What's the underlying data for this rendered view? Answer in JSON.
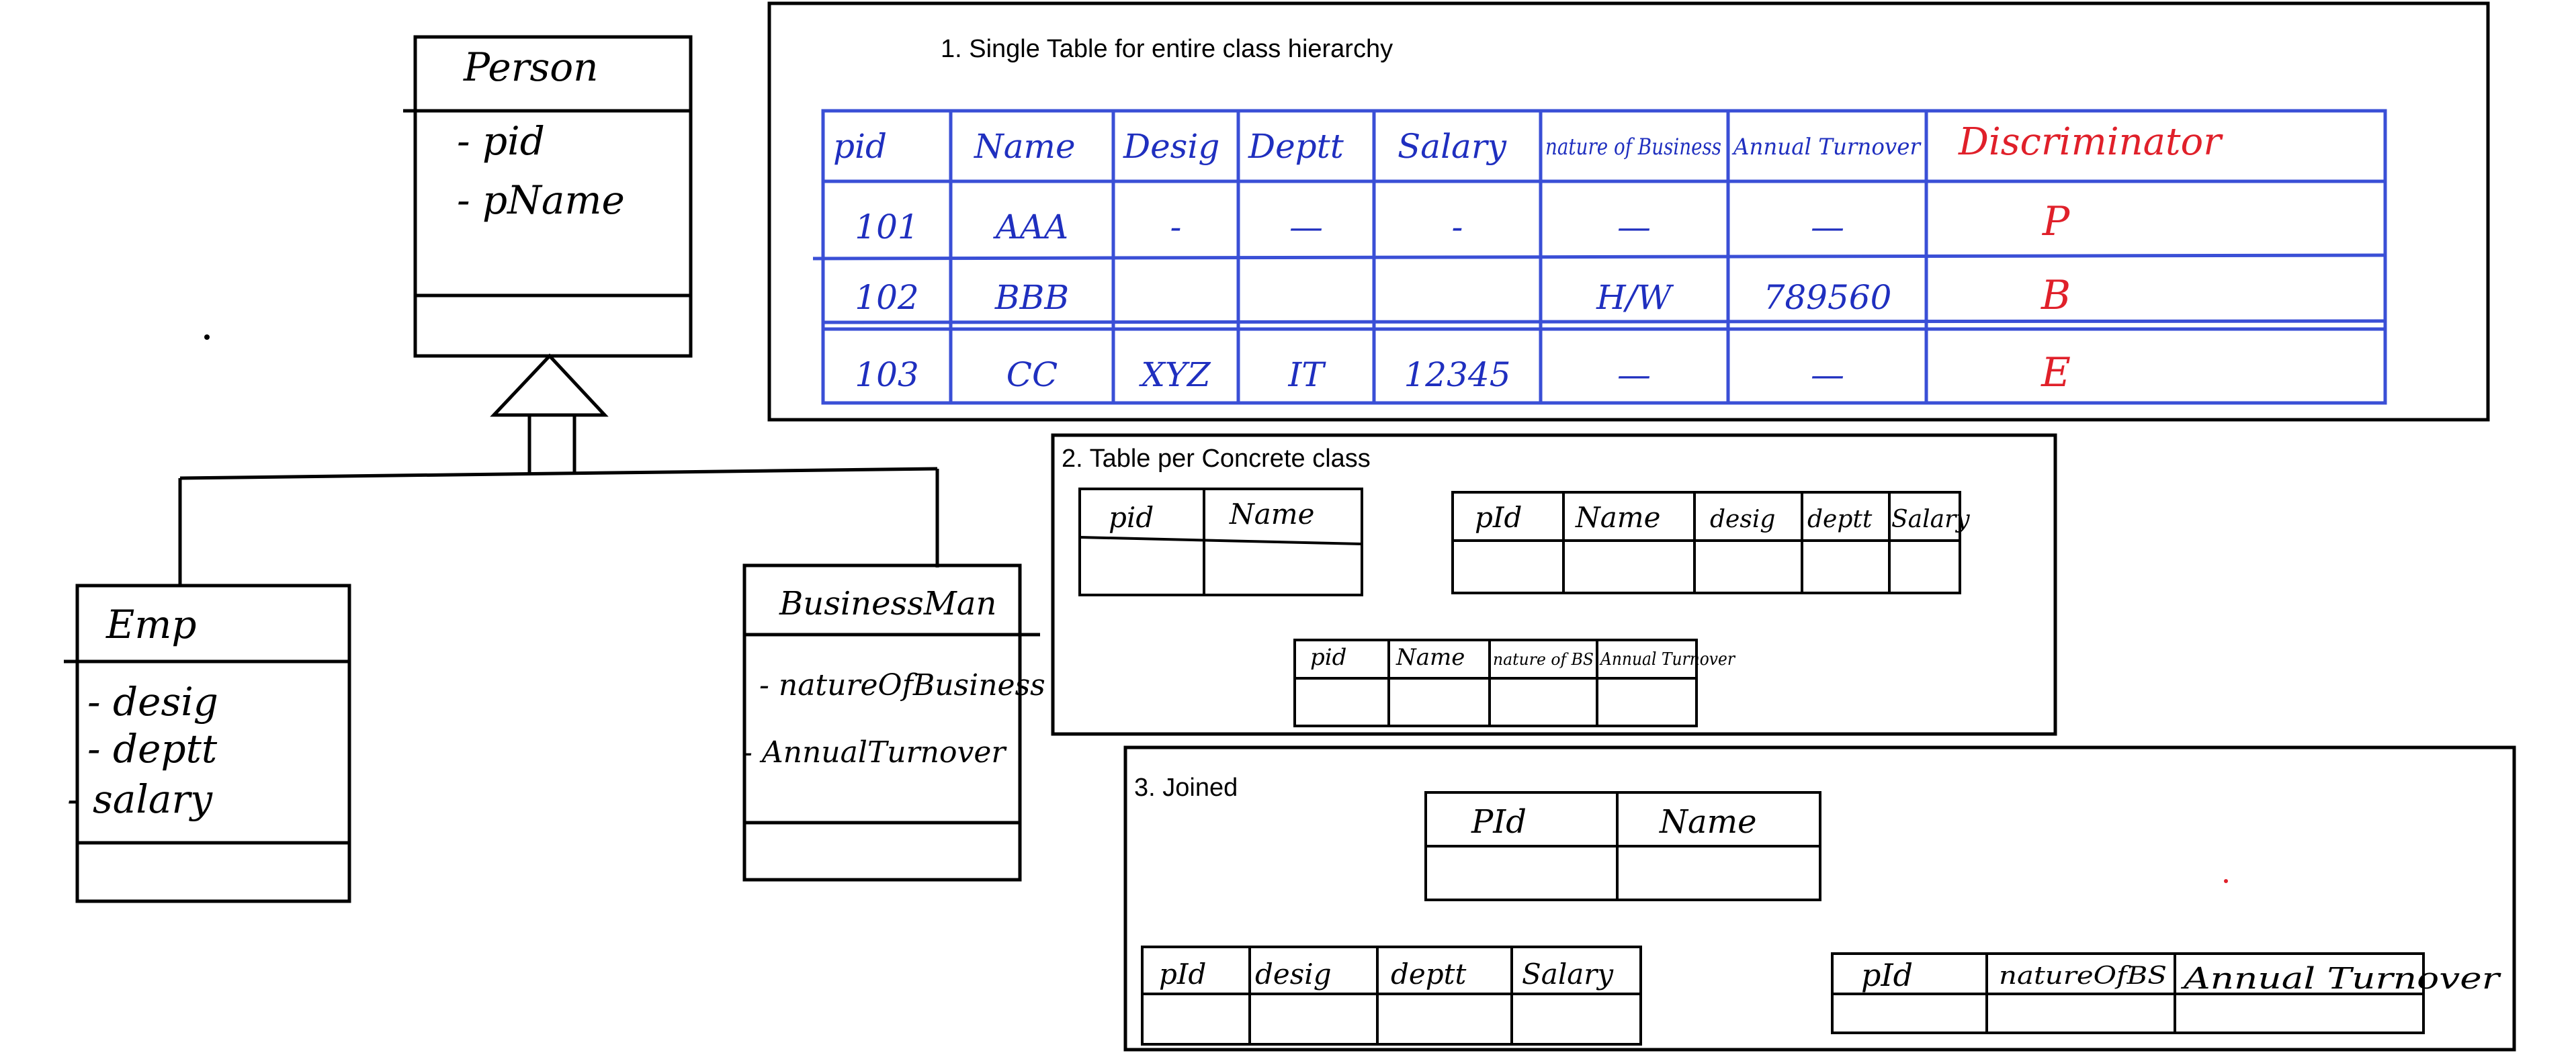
{
  "uml": {
    "person": {
      "name": "Person",
      "attributes": [
        "- pid",
        "- pName"
      ]
    },
    "emp": {
      "name": "Emp",
      "attributes": [
        "- desig",
        "- deptt",
        "- salary"
      ]
    },
    "businessman": {
      "name": "BusinessMan",
      "attributes": [
        "- natureOfBusiness",
        "- AnnualTurnover"
      ]
    }
  },
  "section1": {
    "title": "1. Single Table for entire class hierarchy",
    "headers": [
      "pid",
      "Name",
      "Desig",
      "Deptt",
      "Salary",
      "nature of Business",
      "Annual Turnover",
      "Discriminator"
    ],
    "rows": [
      [
        "101",
        "AAA",
        "-",
        "—",
        "-",
        "—",
        "—",
        "P"
      ],
      [
        "102",
        "BBB",
        "",
        "",
        "",
        "H/W",
        "789560",
        "B"
      ],
      [
        "103",
        "CC",
        "XYZ",
        "IT",
        "12345",
        "—",
        "—",
        "E"
      ]
    ],
    "colors": {
      "grid": "#3a4fd6",
      "ink": "#1f2fbf",
      "discriminator": "#e0202a"
    }
  },
  "section2": {
    "title": "2. Table per Concrete class",
    "table_person": [
      "pid",
      "Name"
    ],
    "table_emp": [
      "pId",
      "Name",
      "desig",
      "deptt",
      "Salary"
    ],
    "table_businessman": [
      "pid",
      "Name",
      "nature of BS",
      "Annual Turnover"
    ]
  },
  "section3": {
    "title": "3. Joined",
    "table_person": [
      "PId",
      "Name"
    ],
    "table_emp": [
      "pId",
      "desig",
      "deptt",
      "Salary"
    ],
    "table_businessman": [
      "pId",
      "natureOfBS",
      "Annual Turnover"
    ]
  }
}
